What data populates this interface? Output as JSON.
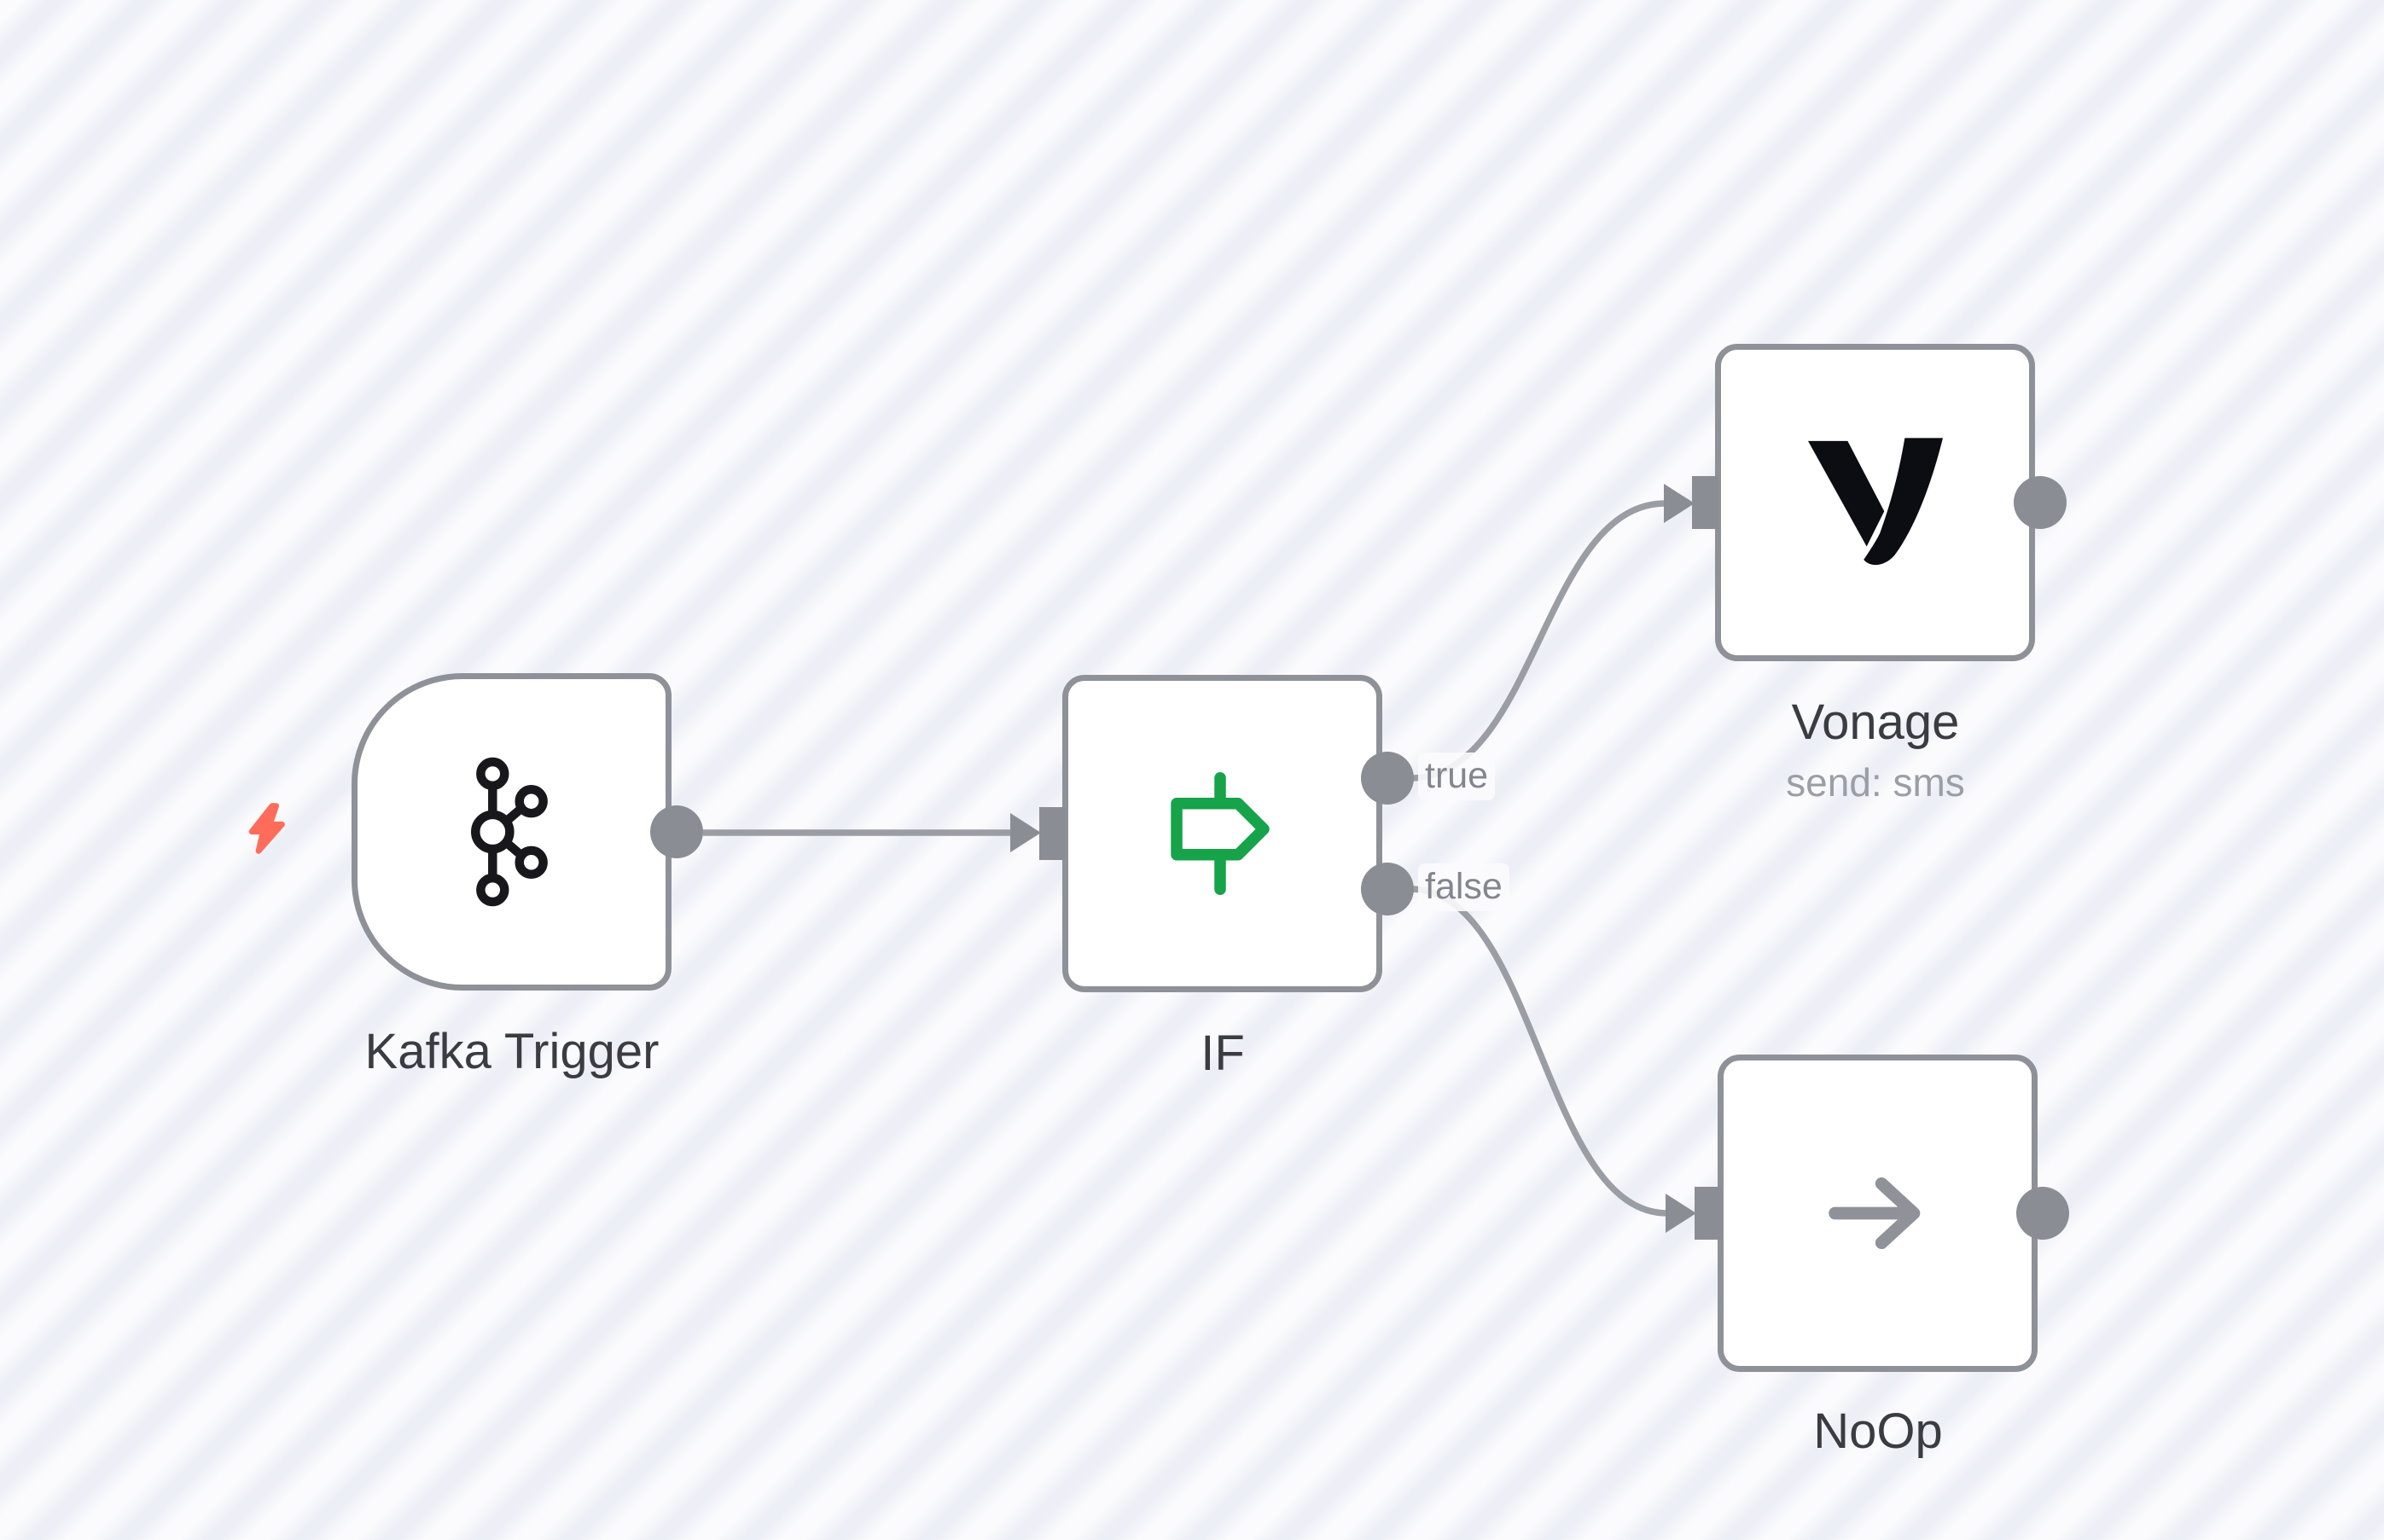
{
  "canvas": {
    "description": "workflow editor canvas with diagonal stripes",
    "stripe_light": "#fbfbfd",
    "stripe_dark": "#edeff6"
  },
  "colors": {
    "node_background": "#ffffff",
    "node_border": "#8e9197",
    "port_fill": "#8a8d94",
    "connection_line": "#9a9da3",
    "node_label": "#3a3c42",
    "muted_label": "#9b9ea6",
    "output_label": "#83868e",
    "if_icon_green": "#16a34a",
    "trigger_bolt": "#ff6d5a",
    "kafka_icon": "#17171c",
    "vonage_logo": "#0c0d12",
    "noop_icon": "#8f9299"
  },
  "nodes": [
    {
      "label": "Kafka Trigger",
      "type": "trigger",
      "icon": "kafka-icon"
    },
    {
      "label": "IF",
      "type": "if",
      "icon": "signpost-icon",
      "outputs": [
        "true",
        "false"
      ]
    },
    {
      "label": "Vonage",
      "type": "action",
      "icon": "vonage-icon",
      "sublabel": "send: sms"
    },
    {
      "label": "NoOp",
      "type": "action",
      "icon": "arrow-right-icon"
    }
  ],
  "connections": [
    {
      "from": "Kafka Trigger",
      "output": "main",
      "to": "IF"
    },
    {
      "from": "IF",
      "output": "true",
      "to": "Vonage"
    },
    {
      "from": "IF",
      "output": "false",
      "to": "NoOp"
    }
  ]
}
